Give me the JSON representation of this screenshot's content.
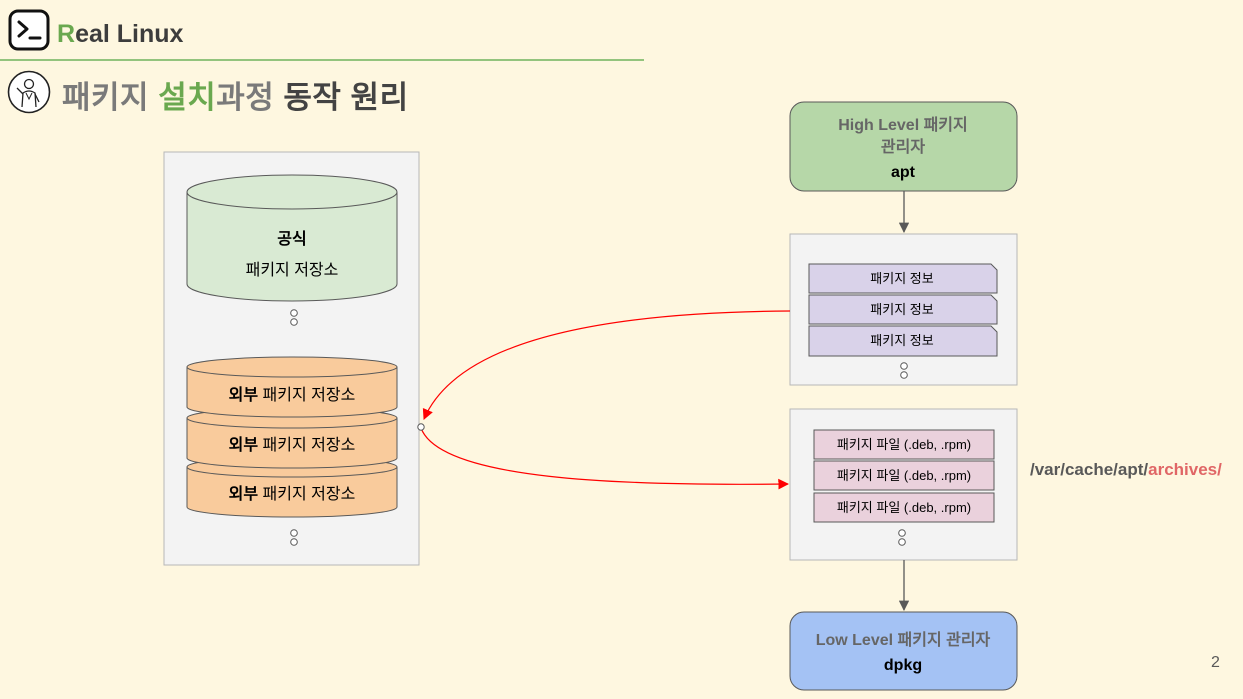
{
  "header": {
    "brand_first_letter": "R",
    "brand_rest": "eal Linux",
    "logo_icon": "terminal-prompt-icon",
    "title_icon": "person-sketch-icon"
  },
  "title": {
    "part1": "패키지 ",
    "part2": "설치",
    "part3": "과정 ",
    "part4": "동작 원리"
  },
  "repositories": {
    "official": {
      "bold": "공식",
      "label": "패키지 저장소"
    },
    "external": [
      {
        "bold": "외부",
        "label": " 패키지 저장소"
      },
      {
        "bold": "외부",
        "label": " 패키지 저장소"
      },
      {
        "bold": "외부",
        "label": " 패키지 저장소"
      }
    ]
  },
  "high_level": {
    "line1": "High Level 패키지",
    "line2": "관리자",
    "name": "apt"
  },
  "package_info": [
    "패키지 정보",
    "패키지 정보",
    "패키지 정보"
  ],
  "package_files": [
    "패키지 파일 (.deb, .rpm)",
    "패키지 파일 (.deb, .rpm)",
    "패키지 파일 (.deb, .rpm)"
  ],
  "archive_path": {
    "prefix": "/var/cache/apt/",
    "highlight": "archives/"
  },
  "low_level": {
    "line1": "Low Level 패키지 관리자",
    "name": "dpkg"
  },
  "page_number": "2",
  "colors": {
    "background": "#fef7e0",
    "brand_green": "#6aa84f",
    "official_repo_fill": "#d9ead3",
    "external_repo_fill": "#f9cb9c",
    "high_level_fill": "#b6d7a8",
    "low_level_fill": "#a4c2f4",
    "package_info_fill": "#d9d2e9",
    "package_file_fill": "#ead1dc",
    "arrow_red": "#ff0000",
    "highlight_red": "#e06666"
  }
}
